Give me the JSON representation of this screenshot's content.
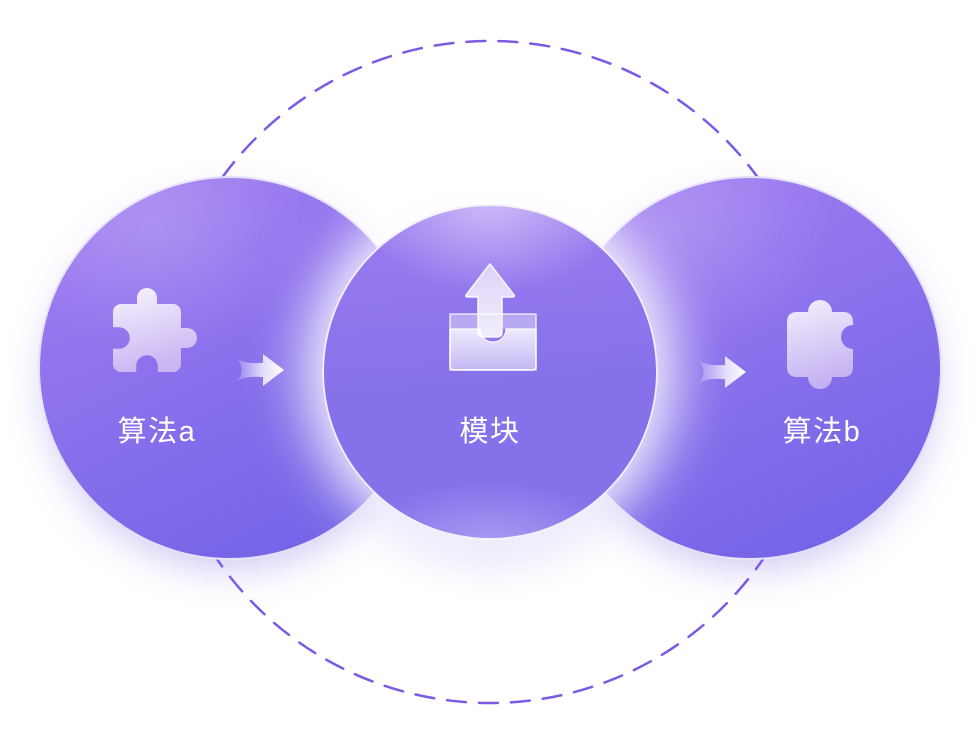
{
  "diagram": {
    "nodes": [
      {
        "label": "算法a",
        "icon": "puzzle-piece-icon"
      },
      {
        "label": "模块",
        "icon": "upload-tray-icon"
      },
      {
        "label": "算法b",
        "icon": "puzzle-piece-icon"
      }
    ],
    "connections": [
      {
        "from": "算法a",
        "to": "模块",
        "icon": "flow-arrow-right-icon"
      },
      {
        "from": "模块",
        "to": "算法b",
        "icon": "flow-arrow-right-icon"
      }
    ],
    "colors": {
      "background": "#ffffff",
      "dashed_ring": "#7b5be4",
      "side_circle_top": "#a17df1",
      "side_circle_bottom": "#7062e6",
      "middle_circle_top": "#9c7bf0",
      "middle_circle_bottom": "#8373eb",
      "label_text": "#ffffff"
    }
  }
}
